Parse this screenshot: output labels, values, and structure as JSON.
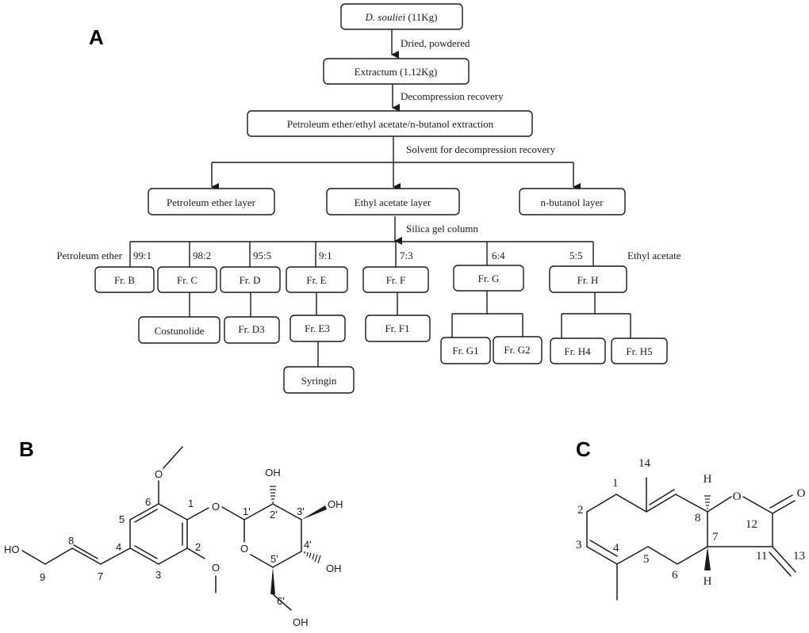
{
  "panels": {
    "a": "A",
    "b": "B",
    "c": "C"
  },
  "flowchart": {
    "source": {
      "species": "D. souliei",
      "amount": " (11Kg)"
    },
    "step1_label": "Dried, powdered",
    "extract": "Extractum (1.12Kg)",
    "step2_label": "Decompression recovery",
    "partition": "Petroleum ether/ethyl acetate/n-butanol extraction",
    "step3_label": "Solvent  for decompression recovery",
    "layers": [
      "Petroleum ether layer",
      "Ethyl acetate layer",
      "n-butanol layer"
    ],
    "step4_label": "Silica gel column",
    "gradient_start": "Petroleum ether",
    "gradient_end": "Ethyl acetate",
    "ratios": [
      "99:1",
      "98:2",
      "95:5",
      "9:1",
      "7:3",
      "6:4",
      "5:5"
    ],
    "fractions": [
      "Fr. B",
      "Fr. C",
      "Fr. D",
      "Fr. E",
      "Fr. F",
      "Fr. G",
      "Fr. H"
    ],
    "subfractions": {
      "costunolide": "Costunolide",
      "d3": "Fr. D3",
      "e3": "Fr. E3",
      "syringin": "Syringin",
      "f1": "Fr. F1",
      "g1": "Fr. G1",
      "g2": "Fr. G2",
      "h4": "Fr. H4",
      "h5": "Fr. H5"
    }
  },
  "syringin_structure": {
    "atoms": {
      "ho": "HO",
      "o_methoxy6": "O",
      "o_glyco": "O",
      "o_methoxy2": "O",
      "o_ring": "O",
      "oh2p": "OH",
      "oh3p": "OH",
      "oh4p": "OH",
      "oh6p": "OH"
    },
    "numbers": {
      "n1": "1",
      "n2": "2",
      "n3": "3",
      "n4": "4",
      "n5": "5",
      "n6": "6",
      "n7": "7",
      "n8": "8",
      "n9": "9",
      "n1p": "1'",
      "n2p": "2'",
      "n3p": "3'",
      "n4p": "4'",
      "n5p": "5'",
      "n6p": "6'"
    }
  },
  "costunolide_structure": {
    "atoms": {
      "o_ring": "O",
      "o_carbonyl": "O",
      "h8": "H",
      "h7": "H"
    },
    "numbers": {
      "n1": "1",
      "n2": "2",
      "n3": "3",
      "n4": "4",
      "n5": "5",
      "n6": "6",
      "n7": "7",
      "n8": "8",
      "n11": "11",
      "n12": "12",
      "n13": "13",
      "n14": "14"
    }
  }
}
